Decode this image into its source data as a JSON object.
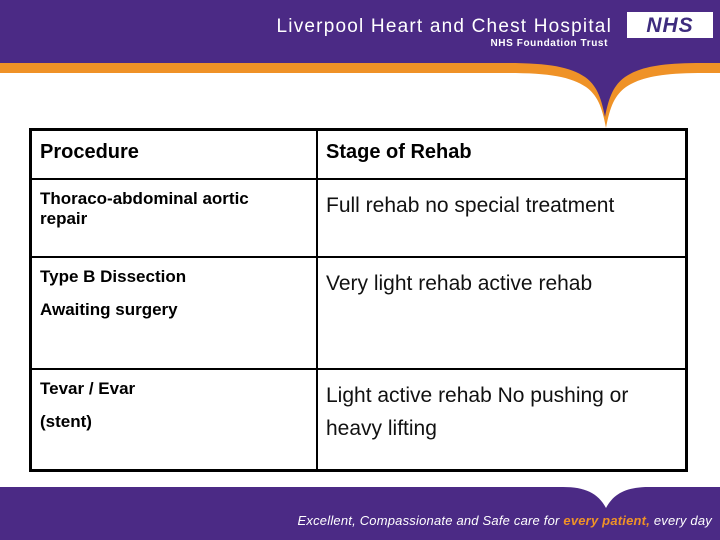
{
  "header": {
    "hospital_name": "Liverpool Heart and Chest Hospital",
    "trust_name": "NHS Foundation Trust",
    "nhs_logo_text": "NHS"
  },
  "table": {
    "columns": [
      "Procedure",
      "Stage of Rehab"
    ],
    "rows": [
      {
        "procedure_lines": [
          "Thoraco-abdominal aortic repair"
        ],
        "stage": "Full rehab no special treatment"
      },
      {
        "procedure_lines": [
          "Type B Dissection",
          "Awaiting surgery"
        ],
        "stage": "Very light rehab active rehab"
      },
      {
        "procedure_lines": [
          "Tevar / Evar",
          "(stent)"
        ],
        "stage": "Light active rehab No pushing or heavy lifting"
      }
    ]
  },
  "footer": {
    "tagline_prefix": "Excellent, Compassionate and Safe care for ",
    "tagline_highlight": "every patient,",
    "tagline_suffix": " every day"
  },
  "colors": {
    "purple": "#4b2a85",
    "orange": "#ef9227",
    "nhs_logo_text": "#3e2c7e",
    "table_border": "#000000",
    "body_text": "#000000",
    "footer_text": "#ffffff"
  }
}
